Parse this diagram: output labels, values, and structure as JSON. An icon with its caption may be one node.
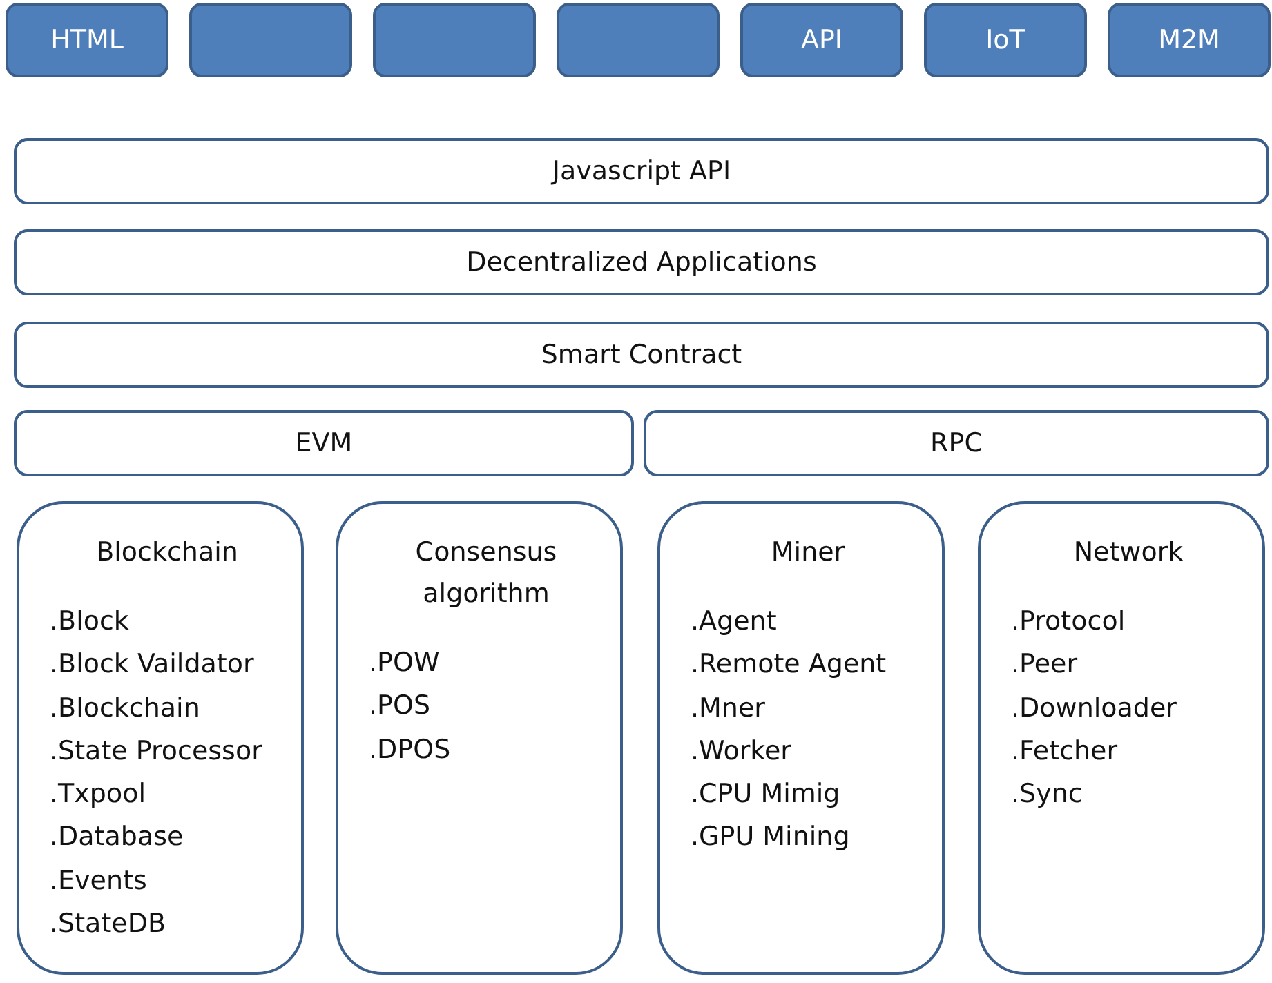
{
  "diagram": {
    "nodes": [
      {
        "text": [
          "HTML"
        ]
      },
      {
        "text": [],
        "shape": "box"
      },
      {
        "text": [],
        "shape": "box"
      },
      {
        "text": [],
        "shape": "box"
      },
      {
        "text": [
          "API"
        ]
      },
      {
        "text": [
          "IoT"
        ]
      },
      {
        "text": [
          "M2M"
        ]
      },
      {
        "text": [
          "Javascript API"
        ]
      },
      {
        "text": [
          "Decentralized Applications"
        ]
      },
      {
        "text": [
          "Smart Contract"
        ]
      },
      {
        "text": [
          "EVM"
        ]
      },
      {
        "text": [
          "RPC"
        ]
      },
      {
        "text": [
          "Blockchain",
          ".Block",
          ".Block Vaildator",
          ".Blockchain",
          ".State Processor",
          ".Txpool",
          ".Database",
          ".Events",
          ".StateDB"
        ]
      },
      {
        "text": [
          "Consensus algorithm",
          ".POW",
          ".POS",
          ".DPOS"
        ]
      },
      {
        "text": [
          "Miner",
          ".Agent",
          ".Remote Agent",
          ".Mner",
          ".Worker",
          ".CPU Mimig",
          ".GPU Mining"
        ]
      },
      {
        "text": [
          "Network",
          ".Protocol",
          ".Peer",
          ".Downloader",
          ".Fetcher",
          ".Sync"
        ]
      }
    ],
    "edges": []
  }
}
